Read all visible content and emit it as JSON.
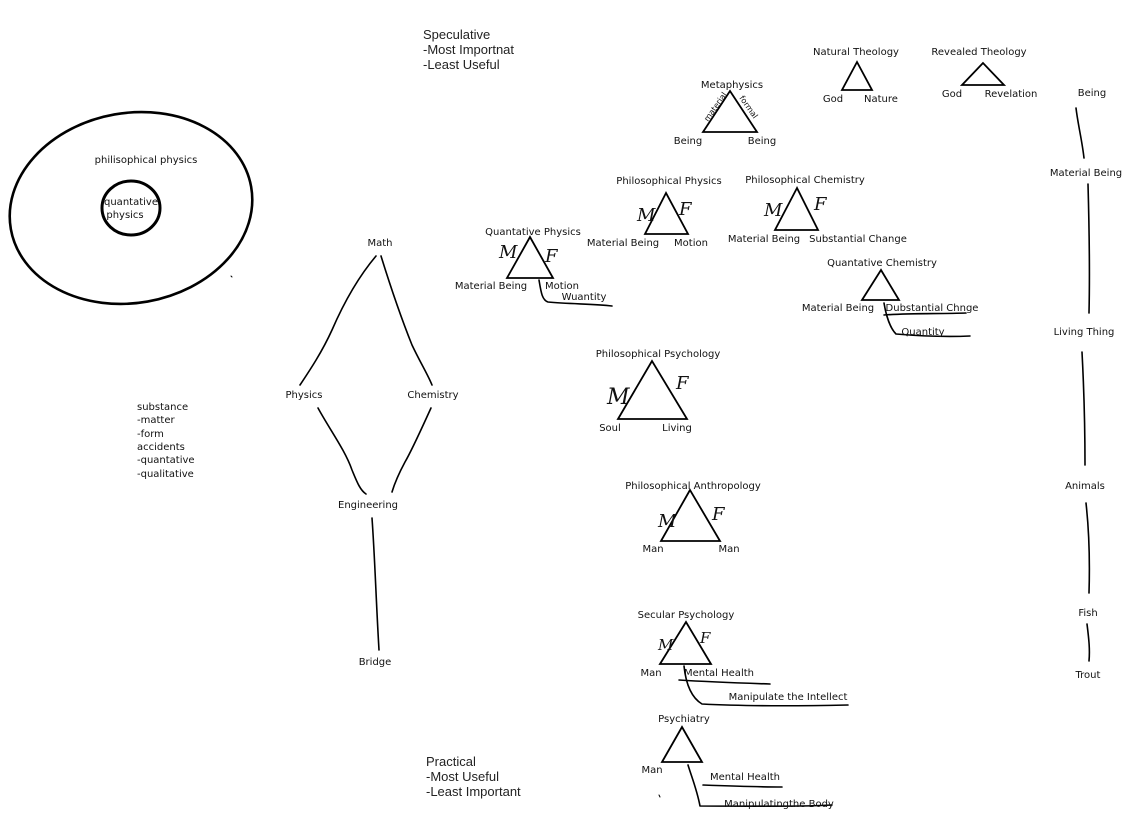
{
  "left": {
    "outer_oval_label": "philisophical physics",
    "inner_oval_label_1": "quantative",
    "inner_oval_label_2": "physics",
    "substance_list": [
      "substance",
      "-matter",
      "-form",
      "accidents",
      "-quantative",
      "-qualitative"
    ]
  },
  "hierarchy": {
    "math": "Math",
    "physics": "Physics",
    "chemistry": "Chemistry",
    "engineering": "Engineering",
    "bridge": "Bridge"
  },
  "speculative": {
    "title": "Speculative",
    "line1": "-Most Importnat",
    "line2": "-Least Useful"
  },
  "practical": {
    "title": "Practical",
    "line1": "-Most Useful",
    "line2": "-Least Important"
  },
  "triangles": {
    "metaphysics": {
      "title": "Metaphysics",
      "left": "Being",
      "right": "Being",
      "side_left": "material",
      "side_right": "formal"
    },
    "natural_theology": {
      "title": "Natural Theology",
      "left": "God",
      "right": "Nature"
    },
    "revealed_theology": {
      "title": "Revealed Theology",
      "left": "God",
      "right": "Revelation"
    },
    "phil_physics": {
      "title": "Philosophical Physics",
      "left": "Material Being",
      "right": "Motion",
      "m": "M",
      "f": "F"
    },
    "phil_chemistry": {
      "title": "Philosophical Chemistry",
      "left": "Material Being",
      "right": "Substantial Change",
      "m": "M",
      "f": "F"
    },
    "quant_physics": {
      "title": "Quantative Physics",
      "left": "Material Being",
      "right": "Motion",
      "extra": "Wuantity",
      "m": "M",
      "f": "F"
    },
    "quant_chemistry": {
      "title": "Quantative Chemistry",
      "left": "Material Being",
      "right": "Dubstantial Chnge",
      "extra": "Quantity"
    },
    "phil_psychology": {
      "title": "Philosophical Psychology",
      "left": "Soul",
      "right": "Living",
      "m": "M",
      "f": "F"
    },
    "phil_anthropology": {
      "title": "Philosophical Anthropology",
      "left": "Man",
      "right": "Man",
      "m": "M",
      "f": "F"
    },
    "secular_psychology": {
      "title": "Secular Psychology",
      "left": "Man",
      "right": "Mental Health",
      "extra": "Manipulate the Intellect",
      "m": "M",
      "f": "F"
    },
    "psychiatry": {
      "title": "Psychiatry",
      "left": "Man",
      "right": "Mental Health",
      "extra": "Manipulatingthe Body"
    }
  },
  "chain": [
    "Being",
    "Material Being",
    "Living Thing",
    "Animals",
    "Fish",
    "Trout"
  ]
}
